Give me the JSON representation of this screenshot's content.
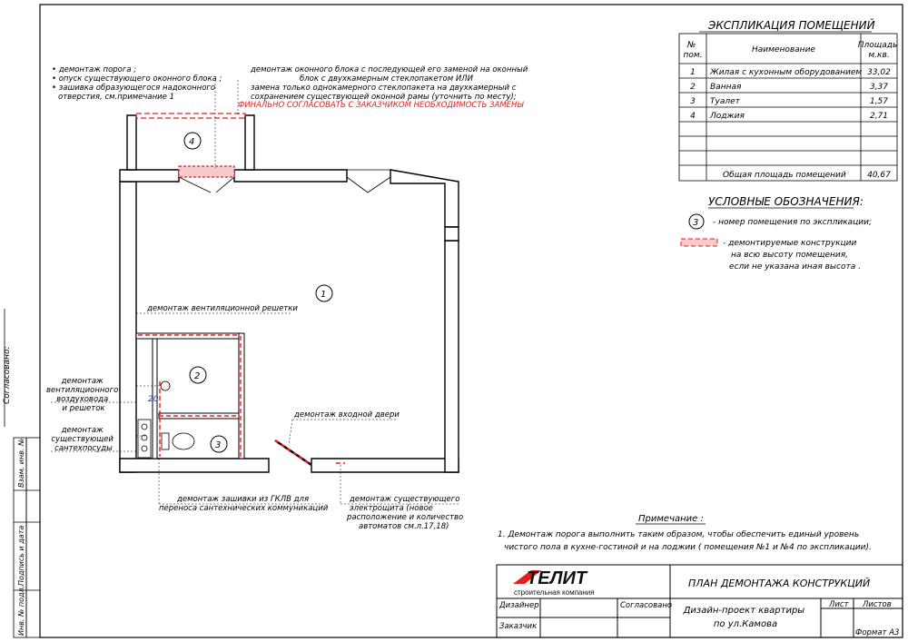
{
  "left_margin": {
    "agreed_label": "Согласовано:",
    "inv_replace": "Взам. инв. №",
    "sign_date": "Подпись и дата",
    "inv_orig": "Инв. № подл."
  },
  "top_notes": {
    "left": [
      "• демонтаж порога ;",
      "• опуск существующего оконного блока ;",
      "• зашивка образующегося надоконного",
      "  отверстия, см.примечание 1"
    ],
    "window": [
      "демонтаж оконного блока с последующей его заменой на оконный",
      "блок с двухкамерным стеклопакетом ИЛИ",
      "замена только однокамерного стеклопакета на двухкамерный с",
      "сохранением существующей оконной рамы (уточнить по месту);"
    ],
    "window_red": "ФИНАЛЬНО СОГЛАСОВАТЬ С ЗАКАЗЧИКОМ НЕОБХОДИМОСТЬ ЗАМЕНЫ"
  },
  "callouts": {
    "vent_grille": "демонтаж вентиляционной решетки",
    "duct": [
      "демонтаж",
      "вентиляционного",
      "воздуховода",
      "и решеток"
    ],
    "plumbing_box": [
      "демонтаж",
      "существующей",
      "сантехпосуды"
    ],
    "entry_door": "демонтаж входной двери",
    "gklv": [
      "демонтаж зашивки из ГКЛВ для",
      "переноса сантехнических коммуникаций"
    ],
    "panel": [
      "демонтаж существующего",
      "электрощита (новое",
      "расположение и количество",
      "автоматов см.л.17,18)"
    ],
    "label_20": "20"
  },
  "rooms": [
    "1",
    "2",
    "3",
    "4"
  ],
  "explication": {
    "title": "ЭКСПЛИКАЦИЯ ПОМЕЩЕНИЙ",
    "head_num": [
      "№",
      "пом."
    ],
    "head_name": "Наименование",
    "head_area": [
      "Площадь",
      "м.кв."
    ],
    "rows": [
      {
        "num": "1",
        "name": "Жилая с кухонным оборудованием",
        "area": "33,02"
      },
      {
        "num": "2",
        "name": "Ванная",
        "area": "3,37"
      },
      {
        "num": "3",
        "name": "Туалет",
        "area": "1,57"
      },
      {
        "num": "4",
        "name": "Лоджия",
        "area": "2,71"
      }
    ],
    "total_label": "Общая площадь помещений",
    "total_value": "40,67"
  },
  "legend": {
    "title": "УСЛОВНЫЕ ОБОЗНАЧЕНИЯ:",
    "room_symbol": "3",
    "room_text": "- номер помещения по экспликации;",
    "demolish_text": [
      "- демонтируемые конструкции",
      "на всю высоту помещения,",
      "если не указана иная высота ."
    ]
  },
  "note": {
    "title": "Примечание :",
    "lines": [
      "1.  Демонтаж порога выполнить таким образом, чтобы обеспечить единый уровень",
      "чистого пола в кухне-гостиной и на лоджии ( помещения №1 и №4 по экспликации)."
    ]
  },
  "title_block": {
    "logo": "ТЕЛИТ",
    "logo_sub": "строительная компания",
    "sheet_title": "ПЛАН ДЕМОНТАЖА КОНСТРУКЦИЙ",
    "designer": "Дизайнер",
    "customer": "Заказчик",
    "agreed": "Согласовано",
    "project": [
      "Дизайн-проект квартиры",
      "по ул.Камова"
    ],
    "sheet": "Лист",
    "sheets": "Листов",
    "format": "Формат А3"
  },
  "colors": {
    "demolish": "#e02020",
    "ink": "#000000",
    "wall_fill": "#ffffff"
  }
}
